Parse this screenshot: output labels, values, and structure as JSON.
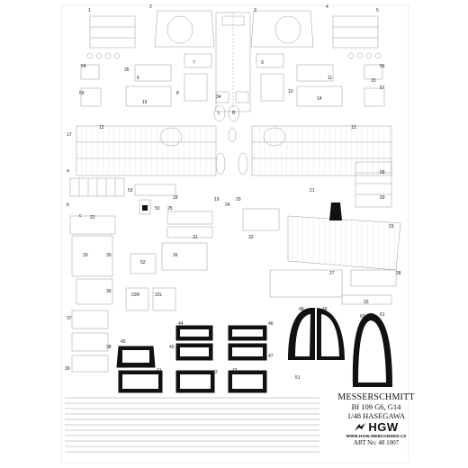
{
  "sheet": {
    "title": "MESSERSCHMITT",
    "model": "Bf 109 G6, G14",
    "scale_kit": "1/48 HASEGAWA",
    "brand": "HGW",
    "website": "WWW.HGW.WEBGARDEN.CZ",
    "art_no": "ART No: 48 1007"
  },
  "part_labels": [
    "1",
    "2",
    "3",
    "4",
    "5",
    "6",
    "7",
    "8",
    "9",
    "10",
    "11",
    "12",
    "13",
    "14",
    "15",
    "16",
    "17",
    "18",
    "19",
    "20",
    "21",
    "22",
    "23",
    "24",
    "25",
    "26",
    "27",
    "28",
    "29",
    "30",
    "31",
    "32",
    "33",
    "34",
    "35",
    "36",
    "37",
    "38",
    "39",
    "40",
    "41",
    "42",
    "43",
    "44",
    "45",
    "46",
    "47",
    "48",
    "49",
    "50",
    "51",
    "52",
    "53",
    "54",
    "55",
    "56",
    "57",
    "58",
    "59",
    "60",
    "61",
    "22R",
    "22L",
    "L",
    "R",
    "a",
    "b",
    "c"
  ]
}
